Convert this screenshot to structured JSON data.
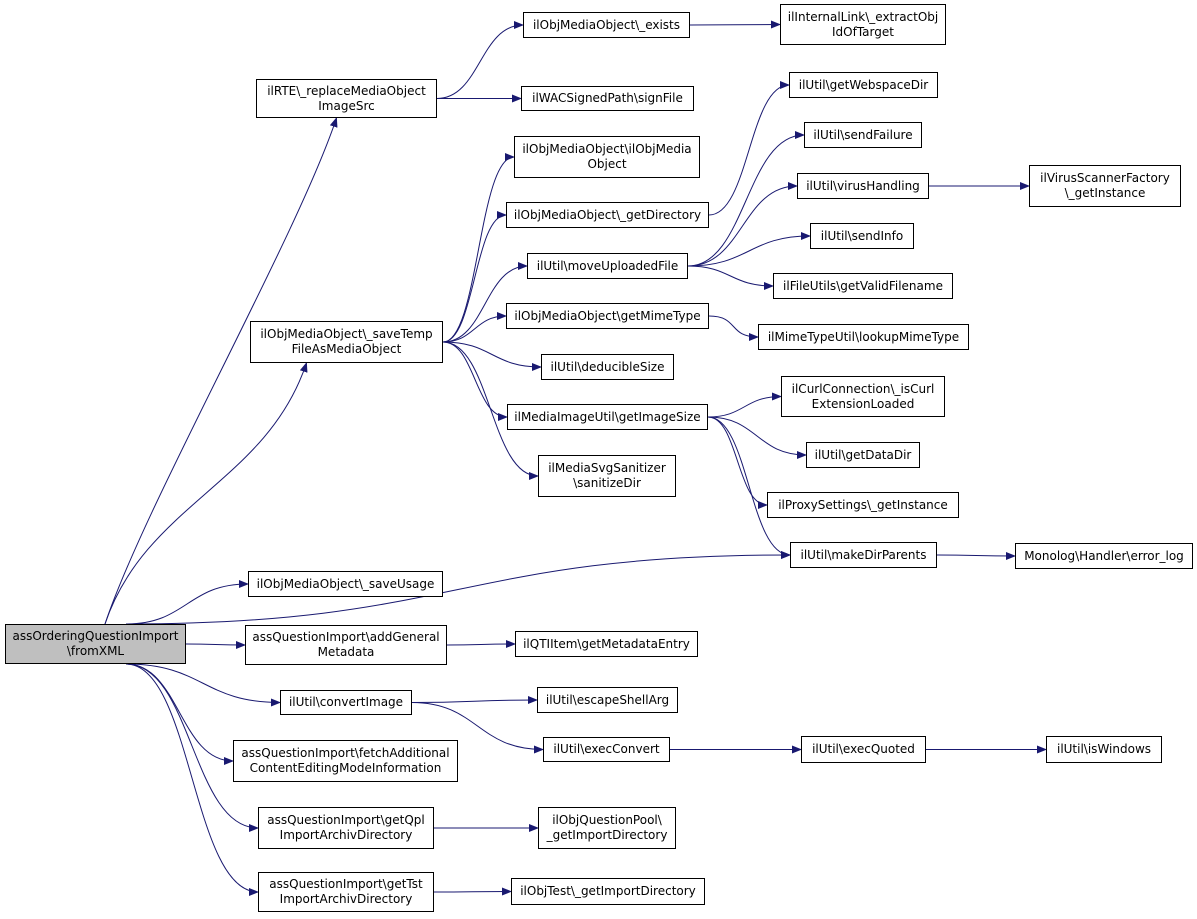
{
  "colors": {
    "edge": "#191970",
    "node_border": "#000000",
    "node_fill": "#ffffff",
    "root_fill": "#bfbfbf"
  },
  "nodes": {
    "root": {
      "lines": [
        "assOrderingQuestionImport",
        "\\fromXML"
      ]
    },
    "rte": {
      "lines": [
        "ilRTE\\_replaceMediaObject",
        "ImageSrc"
      ]
    },
    "save_temp": {
      "lines": [
        "ilObjMediaObject\\_saveTemp",
        "FileAsMediaObject"
      ]
    },
    "save_usage": {
      "lines": [
        "ilObjMediaObject\\_saveUsage"
      ]
    },
    "add_meta": {
      "lines": [
        "assQuestionImport\\addGeneral",
        "Metadata"
      ]
    },
    "convert_image": {
      "lines": [
        "ilUtil\\convertImage"
      ]
    },
    "fetch_additional": {
      "lines": [
        "assQuestionImport\\fetchAdditional",
        "ContentEditingModeInformation"
      ]
    },
    "get_qpl": {
      "lines": [
        "assQuestionImport\\getQpl",
        "ImportArchivDirectory"
      ]
    },
    "get_tst": {
      "lines": [
        "assQuestionImport\\getTst",
        "ImportArchivDirectory"
      ]
    },
    "mo_exists": {
      "lines": [
        "ilObjMediaObject\\_exists"
      ]
    },
    "wac_sign": {
      "lines": [
        "ilWACSignedPath\\signFile"
      ]
    },
    "mo_ctor": {
      "lines": [
        "ilObjMediaObject\\ilObjMedia",
        "Object"
      ]
    },
    "mo_getdir": {
      "lines": [
        "ilObjMediaObject\\_getDirectory"
      ]
    },
    "move_uploaded": {
      "lines": [
        "ilUtil\\moveUploadedFile"
      ]
    },
    "mo_mime": {
      "lines": [
        "ilObjMediaObject\\getMimeType"
      ]
    },
    "deducible": {
      "lines": [
        "ilUtil\\deducibleSize"
      ]
    },
    "img_size": {
      "lines": [
        "ilMediaImageUtil\\getImageSize"
      ]
    },
    "svg_sanitize": {
      "lines": [
        "ilMediaSvgSanitizer",
        "\\sanitizeDir"
      ]
    },
    "make_dir": {
      "lines": [
        "ilUtil\\makeDirParents"
      ]
    },
    "qti_meta": {
      "lines": [
        "ilQTIItem\\getMetadataEntry"
      ]
    },
    "escape_shell": {
      "lines": [
        "ilUtil\\escapeShellArg"
      ]
    },
    "exec_convert": {
      "lines": [
        "ilUtil\\execConvert"
      ]
    },
    "qp_import_dir": {
      "lines": [
        "ilObjQuestionPool\\",
        "_getImportDirectory"
      ]
    },
    "tst_import_dir": {
      "lines": [
        "ilObjTest\\_getImportDirectory"
      ]
    },
    "internal_link": {
      "lines": [
        "ilInternalLink\\_extractObj",
        "IdOfTarget"
      ]
    },
    "webspace": {
      "lines": [
        "ilUtil\\getWebspaceDir"
      ]
    },
    "send_failure": {
      "lines": [
        "ilUtil\\sendFailure"
      ]
    },
    "virus_handling": {
      "lines": [
        "ilUtil\\virusHandling"
      ]
    },
    "send_info": {
      "lines": [
        "ilUtil\\sendInfo"
      ]
    },
    "valid_filename": {
      "lines": [
        "ilFileUtils\\getValidFilename"
      ]
    },
    "lookup_mime": {
      "lines": [
        "ilMimeTypeUtil\\lookupMimeType"
      ]
    },
    "curl_loaded": {
      "lines": [
        "ilCurlConnection\\_isCurl",
        "ExtensionLoaded"
      ]
    },
    "data_dir": {
      "lines": [
        "ilUtil\\getDataDir"
      ]
    },
    "proxy": {
      "lines": [
        "ilProxySettings\\_getInstance"
      ]
    },
    "exec_quoted": {
      "lines": [
        "ilUtil\\execQuoted"
      ]
    },
    "virus_factory": {
      "lines": [
        "ilVirusScannerFactory",
        "\\_getInstance"
      ]
    },
    "monolog": {
      "lines": [
        "Monolog\\Handler\\error_log"
      ]
    },
    "is_windows": {
      "lines": [
        "ilUtil\\isWindows"
      ]
    }
  },
  "edges": [
    [
      "root",
      "rte"
    ],
    [
      "root",
      "save_temp"
    ],
    [
      "root",
      "make_dir"
    ],
    [
      "root",
      "save_usage"
    ],
    [
      "root",
      "add_meta"
    ],
    [
      "root",
      "convert_image"
    ],
    [
      "root",
      "fetch_additional"
    ],
    [
      "root",
      "get_qpl"
    ],
    [
      "root",
      "get_tst"
    ],
    [
      "rte",
      "mo_exists"
    ],
    [
      "rte",
      "wac_sign"
    ],
    [
      "mo_exists",
      "internal_link"
    ],
    [
      "save_temp",
      "mo_ctor"
    ],
    [
      "save_temp",
      "mo_getdir"
    ],
    [
      "save_temp",
      "move_uploaded"
    ],
    [
      "save_temp",
      "mo_mime"
    ],
    [
      "save_temp",
      "deducible"
    ],
    [
      "save_temp",
      "img_size"
    ],
    [
      "save_temp",
      "svg_sanitize"
    ],
    [
      "mo_getdir",
      "webspace"
    ],
    [
      "move_uploaded",
      "send_failure"
    ],
    [
      "move_uploaded",
      "virus_handling"
    ],
    [
      "move_uploaded",
      "send_info"
    ],
    [
      "move_uploaded",
      "valid_filename"
    ],
    [
      "virus_handling",
      "virus_factory"
    ],
    [
      "mo_mime",
      "lookup_mime"
    ],
    [
      "img_size",
      "curl_loaded"
    ],
    [
      "img_size",
      "data_dir"
    ],
    [
      "img_size",
      "proxy"
    ],
    [
      "img_size",
      "make_dir"
    ],
    [
      "make_dir",
      "monolog"
    ],
    [
      "add_meta",
      "qti_meta"
    ],
    [
      "convert_image",
      "escape_shell"
    ],
    [
      "convert_image",
      "exec_convert"
    ],
    [
      "exec_convert",
      "exec_quoted"
    ],
    [
      "exec_quoted",
      "is_windows"
    ],
    [
      "get_qpl",
      "qp_import_dir"
    ],
    [
      "get_tst",
      "tst_import_dir"
    ]
  ]
}
